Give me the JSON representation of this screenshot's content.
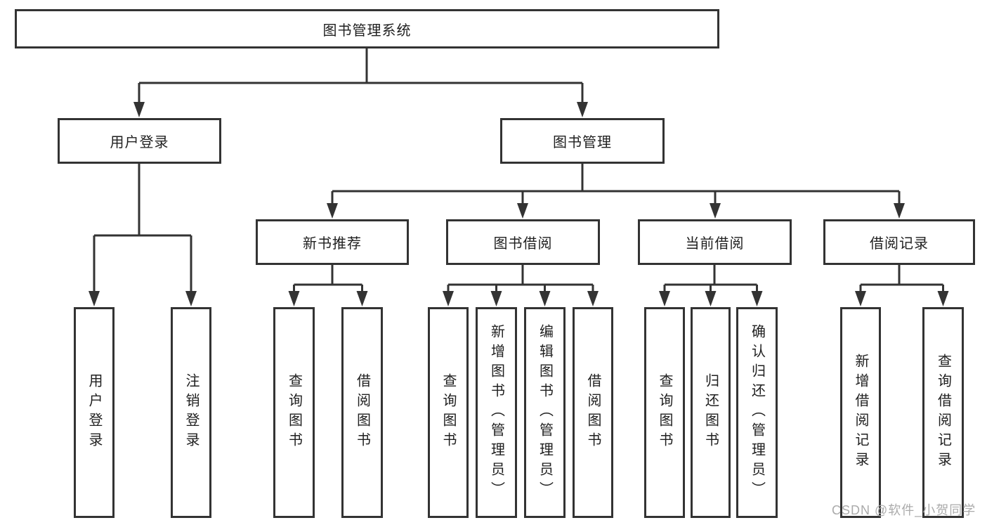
{
  "diagram": {
    "root": {
      "label": "图书管理系统"
    },
    "branches": [
      {
        "label": "用户登录",
        "children": [
          "用户登录",
          "注销登录"
        ]
      },
      {
        "label": "图书管理",
        "groups": [
          {
            "label": "新书推荐",
            "children": [
              "查询图书",
              "借阅图书"
            ]
          },
          {
            "label": "图书借阅",
            "children": [
              "查询图书",
              "新增图书（管理员）",
              "编辑图书（管理员）",
              "借阅图书"
            ]
          },
          {
            "label": "当前借阅",
            "children": [
              "查询图书",
              "归还图书",
              "确认归还（管理员）"
            ]
          },
          {
            "label": "借阅记录",
            "children": [
              "新增借阅记录",
              "查询借阅记录"
            ]
          }
        ]
      }
    ]
  },
  "watermark": {
    "text": "CSDN @软件_小贺同学"
  },
  "colors": {
    "line": "#333333",
    "box_border": "#333333",
    "text": "#1f1f1f",
    "watermark": "#ababab",
    "background": "#ffffff"
  }
}
